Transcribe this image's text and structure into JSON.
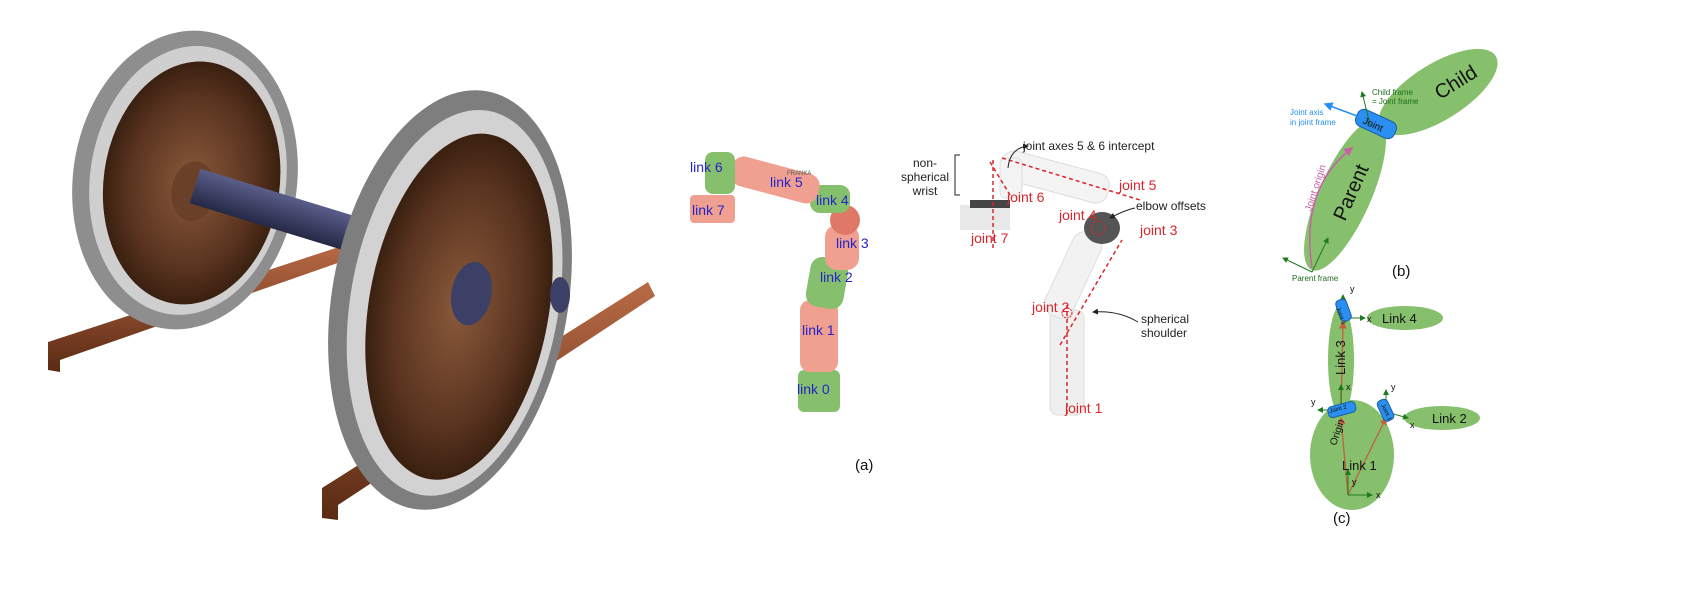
{
  "captions": {
    "a": "(a)",
    "b": "(b)",
    "c": "(c)"
  },
  "robot_links": {
    "link0": "link 0",
    "link1": "link 1",
    "link2": "link 2",
    "link3": "link 3",
    "link4": "link 4",
    "link5": "link 5",
    "link6": "link 6",
    "link7": "link 7",
    "brand": "FRANKA"
  },
  "robot_joints": {
    "joint1": "joint 1",
    "joint2": "joint 2",
    "joint3": "joint 3",
    "joint4": "joint 4",
    "joint5": "joint 5",
    "joint6": "joint 6",
    "joint7": "joint 7",
    "axes_intercept": "joint axes 5 & 6 intercept",
    "wrist_1": "non-",
    "wrist_2": "spherical",
    "wrist_3": "wrist",
    "elbow": "elbow offsets",
    "shoulder_1": "spherical",
    "shoulder_2": "shoulder"
  },
  "joint_diagram": {
    "child": "Child",
    "parent": "Parent",
    "joint": "Joint",
    "child_frame_1": "Child frame",
    "child_frame_2": "= Joint frame",
    "axis_1": "Joint axis",
    "axis_2": "in joint frame",
    "origin": "Joint origin",
    "parent_frame": "Parent frame"
  },
  "chain_diagram": {
    "link1": "Link 1",
    "link2": "Link 2",
    "link3": "Link 3",
    "link4": "Link 4",
    "joint1": "Joint 1",
    "joint2": "Joint 2",
    "joint3": "Joint 3",
    "origin": "Origin",
    "x": "x",
    "y": "y"
  },
  "colors": {
    "link_green": "#86c06c",
    "link_pink": "#f0a090",
    "joint_blue": "#2a8ff0",
    "rail": "#7a3f22",
    "axle": "#3c3f66"
  }
}
